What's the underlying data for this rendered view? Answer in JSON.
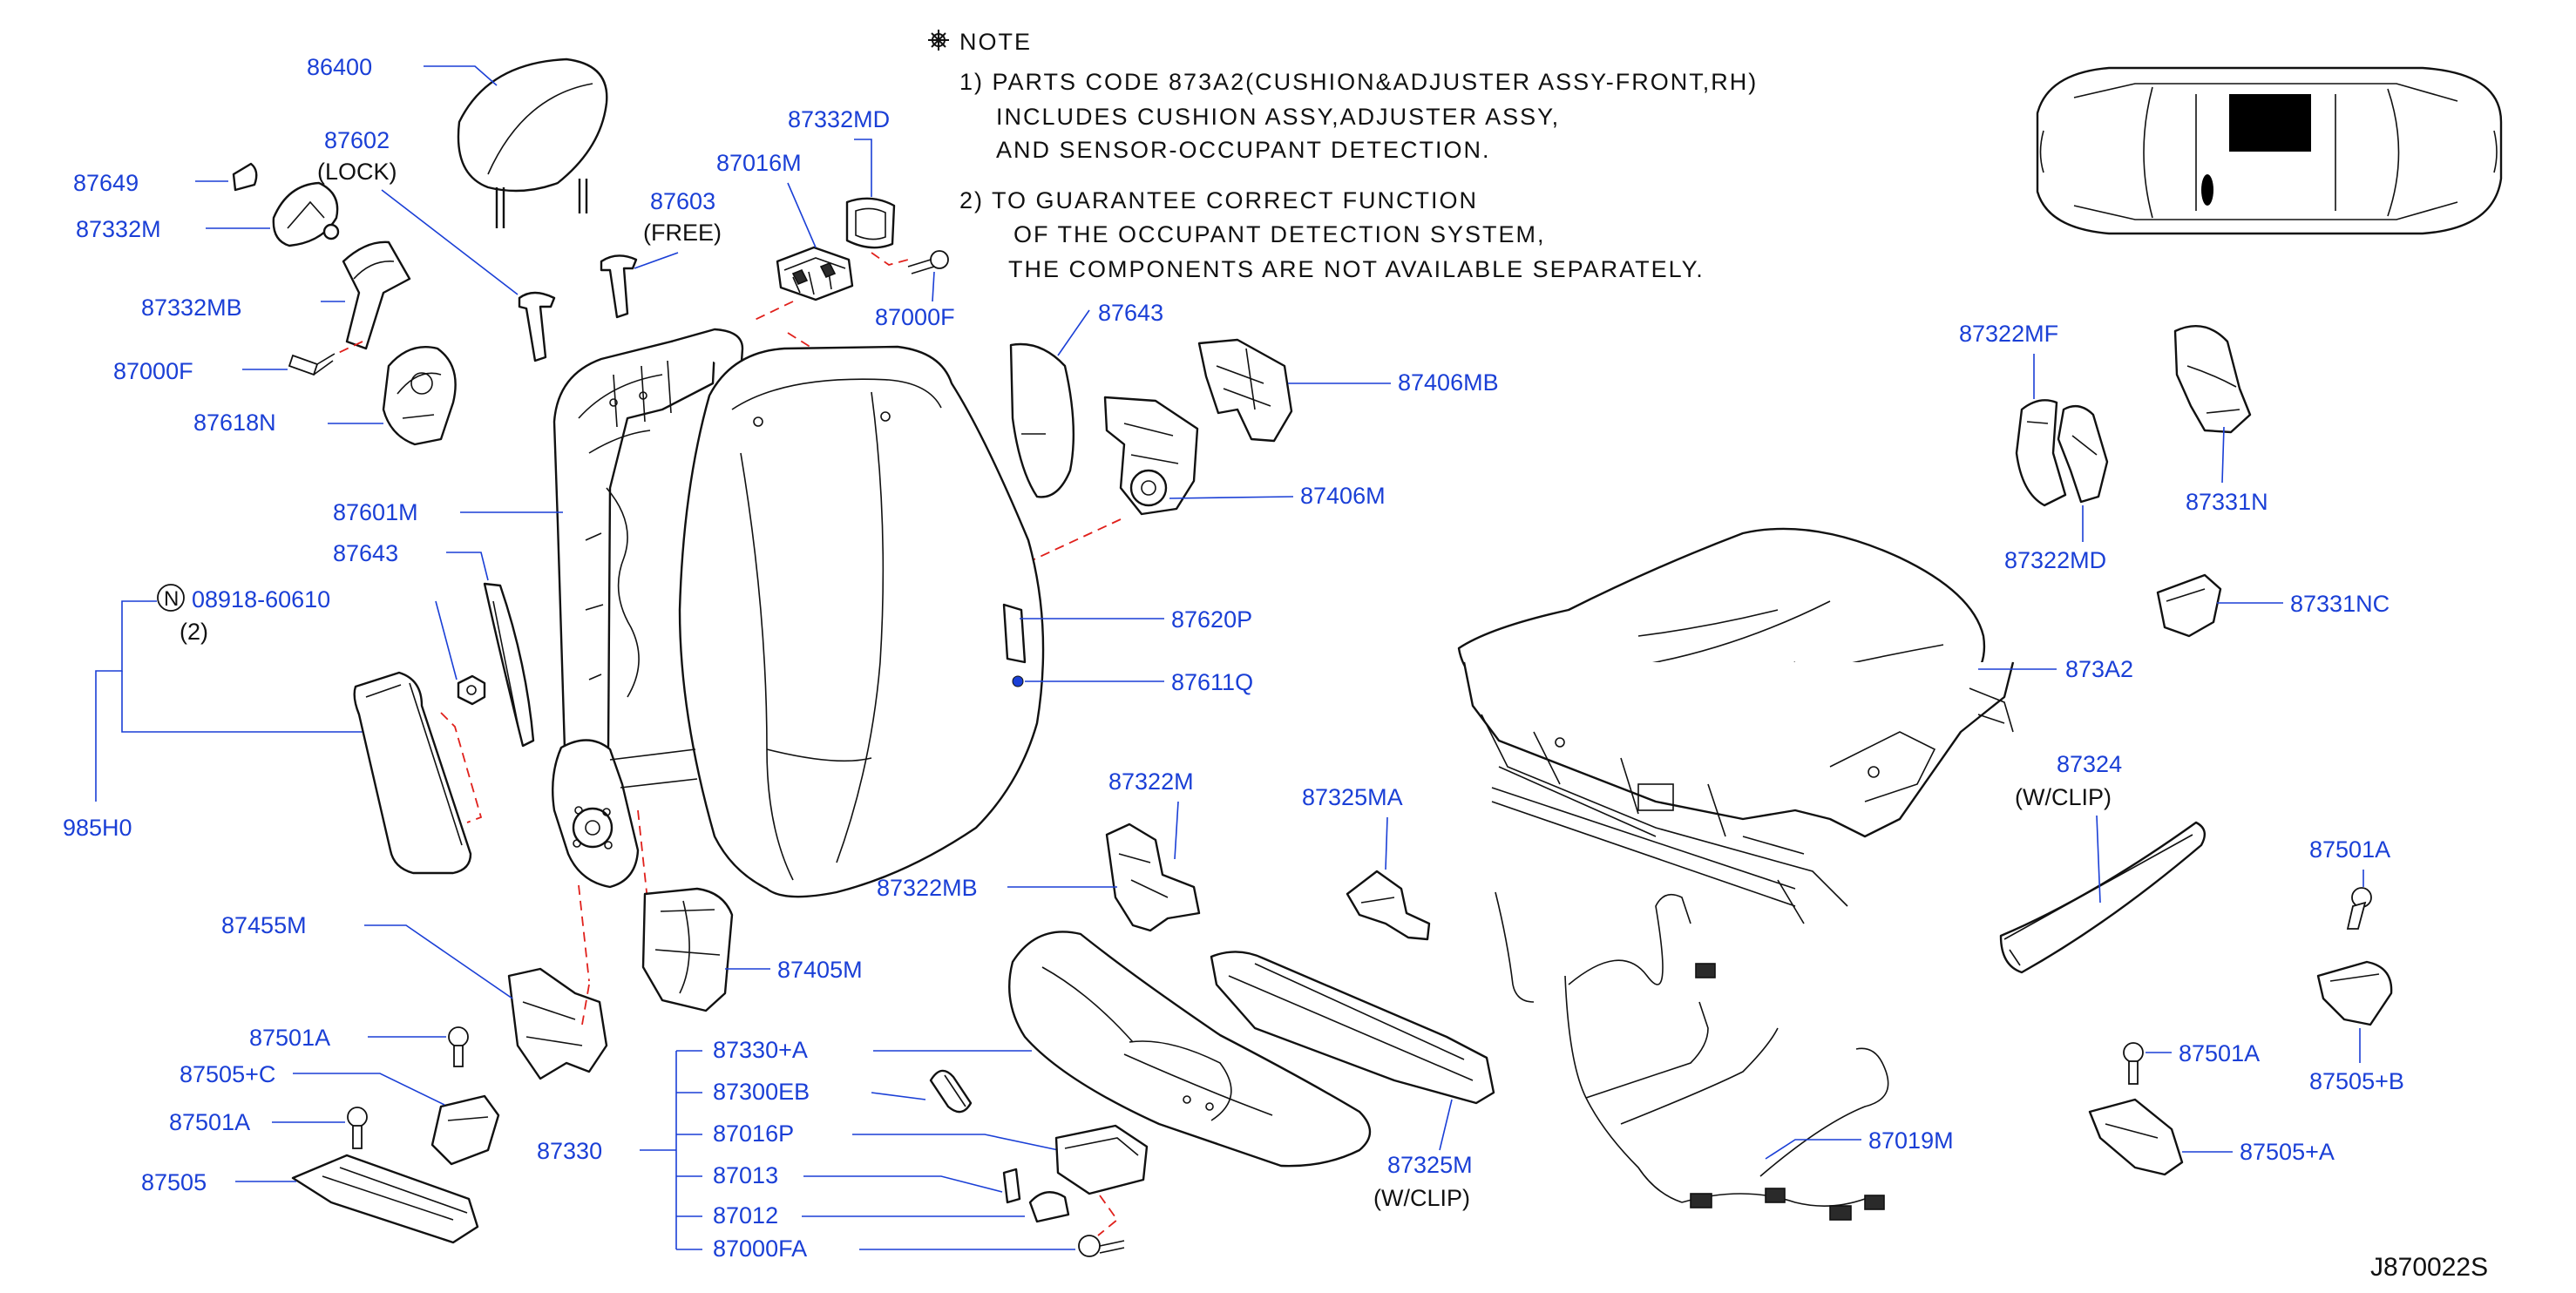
{
  "note": {
    "icon": "asterisk-note-icon",
    "title": "NOTE",
    "line1a": "1)  PARTS  CODE  873A2(CUSHION&ADJUSTER  ASSY-FRONT,RH)",
    "line1b": "INCLUDES  CUSHION  ASSY,ADJUSTER  ASSY,",
    "line1c": "AND  SENSOR-OCCUPANT  DETECTION.",
    "line2a": "2)  TO  GUARANTEE  CORRECT  FUNCTION",
    "line2b": "OF  THE  OCCUPANT  DETECTION  SYSTEM,",
    "line2c": "THE  COMPONENTS  ARE  NOT  AVAILABLE  SEPARATELY."
  },
  "diagram_code": "J870022S",
  "callouts": {
    "p86400": "86400",
    "p87602": "87602",
    "lock": "(LOCK)",
    "p87649": "87649",
    "p87332M": "87332M",
    "p87332MB": "87332MB",
    "p87000F_left": "87000F",
    "p87618N": "87618N",
    "p87603": "87603",
    "free": "(FREE)",
    "p87016M": "87016M",
    "p87332MD": "87332MD",
    "p87000F_top": "87000F",
    "p87643_top": "87643",
    "p87406MB": "87406MB",
    "p87406M": "87406M",
    "p87601M": "87601M",
    "p87643_left": "87643",
    "n_symbol": "N",
    "p08918": "08918-60610",
    "qty2": "(2)",
    "p985H0": "985H0",
    "p87620P": "87620P",
    "p87611Q": "87611Q",
    "p87322MF": "87322MF",
    "p87322MD": "87322MD",
    "p87331N": "87331N",
    "p87331NC": "87331NC",
    "p873A2": "873A2",
    "p87324": "87324",
    "wclip_a": "(W/CLIP)",
    "p87322M": "87322M",
    "p87322MB": "87322MB",
    "p87325MA": "87325MA",
    "p87455M": "87455M",
    "p87405M": "87405M",
    "p87501A_left": "87501A",
    "p87505C": "87505+C",
    "p87501A_left2": "87501A",
    "p87505": "87505",
    "p87330A": "87330+A",
    "p87300EB": "87300EB",
    "p87330": "87330",
    "p87016P": "87016P",
    "p87013": "87013",
    "p87012": "87012",
    "p87000FA": "87000FA",
    "p87325M": "87325M",
    "wclip_b": "(W/CLIP)",
    "p87019M": "87019M",
    "p87501A_right": "87501A",
    "p87505B": "87505+B",
    "p87501A_right2": "87501A",
    "p87505A": "87505+A"
  },
  "colors": {
    "part_number": "#1a3fd6",
    "leader_line": "#1a3fd6",
    "mating_dash": "#e0201b",
    "line_art": "#111111"
  }
}
